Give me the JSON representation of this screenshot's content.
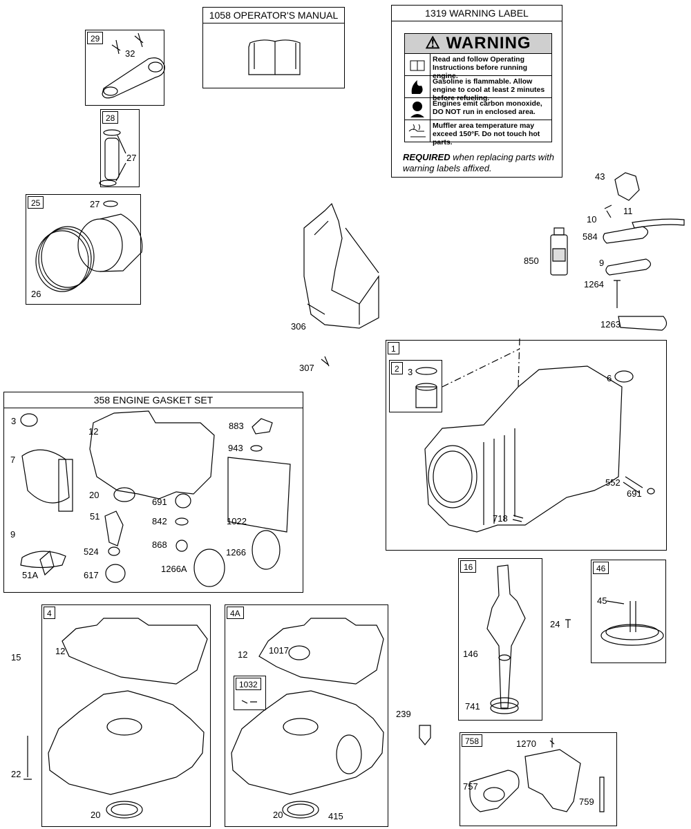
{
  "manual": {
    "title": "1058 OPERATOR'S MANUAL"
  },
  "warning": {
    "title": "1319 WARNING LABEL",
    "heading": "WARNING",
    "rows": [
      "Read and follow Operating Instructions before running engine.",
      "Gasoline is flammable. Allow engine to cool at least 2 minutes before refueling.",
      "Engines emit carbon monoxide, DO NOT run in enclosed area.",
      "Muffler area temperature may exceed 150°F. Do not touch hot parts."
    ],
    "required_bold": "REQUIRED",
    "required_rest": " when replacing parts with warning labels affixed."
  },
  "gasket_set": {
    "title": "358 ENGINE GASKET SET"
  },
  "tags": {
    "t29": "29",
    "t28": "28",
    "t25": "25",
    "t1": "1",
    "t2": "2",
    "t4": "4",
    "t4a": "4A",
    "t1032": "1032",
    "t16": "16",
    "t46": "46",
    "t758": "758"
  },
  "labels": {
    "l32": "32",
    "l27a": "27",
    "l27b": "27",
    "l26": "26",
    "l306": "306",
    "l307": "307",
    "l43": "43",
    "l10": "10",
    "l11": "11",
    "l584": "584",
    "l850": "850",
    "l9a": "9",
    "l1264": "1264",
    "l1263": "1263",
    "l3b": "3",
    "l6": "6",
    "l552": "552",
    "l691b": "691",
    "l718": "718",
    "g3": "3",
    "g12": "12",
    "g883": "883",
    "g943": "943",
    "g7": "7",
    "g20": "20",
    "g691": "691",
    "g51": "51",
    "g842": "842",
    "g1022": "1022",
    "g9": "9",
    "g524": "524",
    "g868": "868",
    "g1266": "1266",
    "g51a": "51A",
    "g617": "617",
    "g1266a": "1266A",
    "l15": "15",
    "l12a": "12",
    "l22": "22",
    "l20a": "20",
    "l12b": "12",
    "l1017": "1017",
    "l20b": "20",
    "l415": "415",
    "l239": "239",
    "l146": "146",
    "l741": "741",
    "l24": "24",
    "l45": "45",
    "l1270": "1270",
    "l757": "757",
    "l759": "759"
  }
}
